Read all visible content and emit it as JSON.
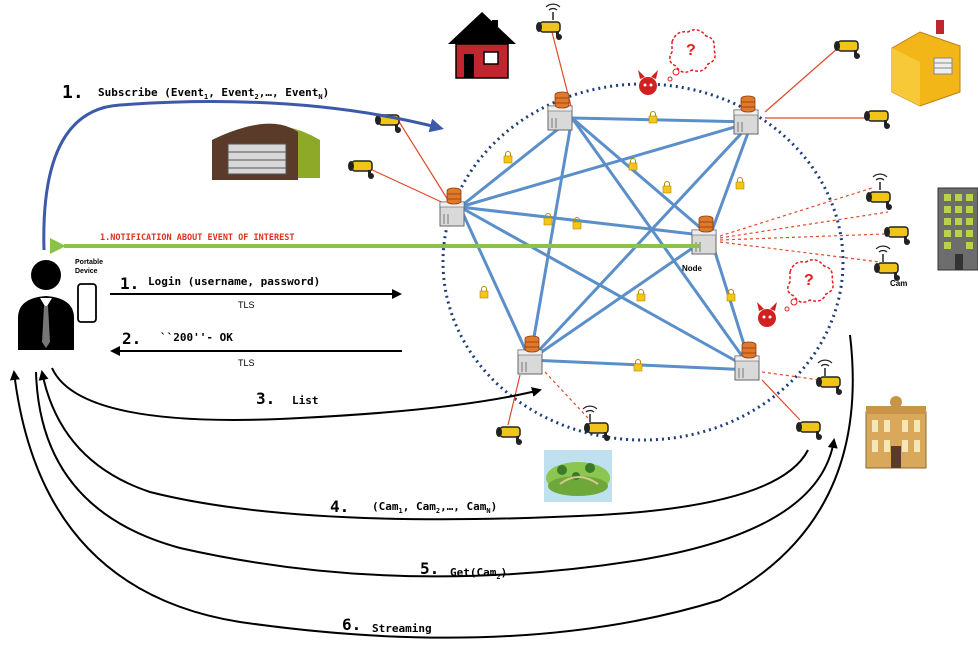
{
  "nodes_label": "Node",
  "cam_label": "Cam",
  "device_label": [
    "Portable",
    "Device"
  ],
  "steps": {
    "subscribe": {
      "num": "1.",
      "text": "Subscribe (Event",
      "sub1": "1",
      "mid1": ", Event",
      "sub2": "2",
      "mid2": ",…, Event",
      "subn": "N",
      "end": ")"
    },
    "notification": "1.NOTIFICATION ABOUT EVENT OF INTEREST",
    "login": {
      "num": "1.",
      "text": "Login (username, password)"
    },
    "tls1": "TLS",
    "ok": {
      "num": "2.",
      "text": "``200''- OK"
    },
    "tls2": "TLS",
    "list": {
      "num": "3.",
      "text": "List"
    },
    "cams": {
      "num": "4.",
      "text": "(Cam",
      "sub1": "1",
      "mid1": ", Cam",
      "sub2": "2",
      "mid2": ",…, Cam",
      "subn": "N",
      "end": ")"
    },
    "get": {
      "num": "5.",
      "text": "Get(Cam",
      "sub": "2",
      "end": ")"
    },
    "streaming": {
      "num": "6.",
      "text": "Streaming"
    }
  },
  "question_mark": "?",
  "colors": {
    "mesh": "#5b8fc9",
    "ring": "#1f3e7a",
    "subscribe_arrow": "#3d5aa8",
    "notification_arrow": "#8bc34a",
    "notification_text": "#e03020",
    "camera_link": "#e04a2a",
    "server_disk": "#e07a2a"
  },
  "icons": [
    "person-icon",
    "phone-icon",
    "server-icon",
    "camera-icon",
    "wireless-camera-icon",
    "lock-icon",
    "house-icon",
    "warehouse-icon",
    "factory-icon",
    "office-building-icon",
    "bank-building-icon",
    "park-icon",
    "devil-icon"
  ]
}
